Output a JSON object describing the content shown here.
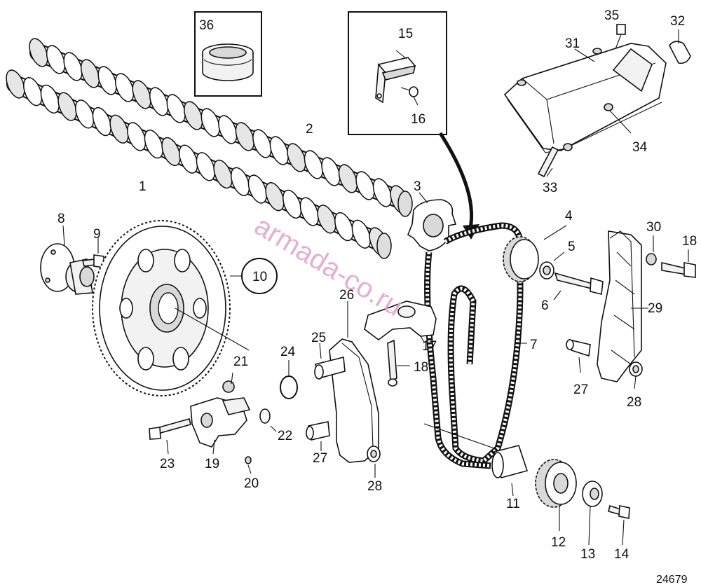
{
  "diagram": {
    "drawing_number": "24679",
    "watermark": "armada-co.ru",
    "callouts": [
      "1",
      "2",
      "3",
      "4",
      "5",
      "6",
      "7",
      "8",
      "9",
      "10",
      "11",
      "12",
      "13",
      "14",
      "15",
      "16",
      "17",
      "18",
      "18",
      "19",
      "20",
      "21",
      "22",
      "23",
      "24",
      "25",
      "26",
      "27",
      "27",
      "28",
      "28",
      "29",
      "30",
      "31",
      "32",
      "33",
      "34",
      "35",
      "36"
    ],
    "parts": {
      "p1": "1",
      "p2": "2",
      "p3": "3",
      "p4": "4",
      "p5": "5",
      "p6": "6",
      "p7": "7",
      "p8": "8",
      "p9": "9",
      "p10": "10",
      "p11": "11",
      "p12": "12",
      "p13": "13",
      "p14": "14",
      "p15": "15",
      "p16": "16",
      "p17": "17",
      "p18a": "18",
      "p18b": "18",
      "p19": "19",
      "p20": "20",
      "p21": "21",
      "p22": "22",
      "p23": "23",
      "p24": "24",
      "p25": "25",
      "p26": "26",
      "p27a": "27",
      "p27b": "27",
      "p28a": "28",
      "p28b": "28",
      "p29": "29",
      "p30": "30",
      "p31": "31",
      "p32": "32",
      "p33": "33",
      "p34": "34",
      "p35": "35",
      "p36": "36"
    }
  }
}
